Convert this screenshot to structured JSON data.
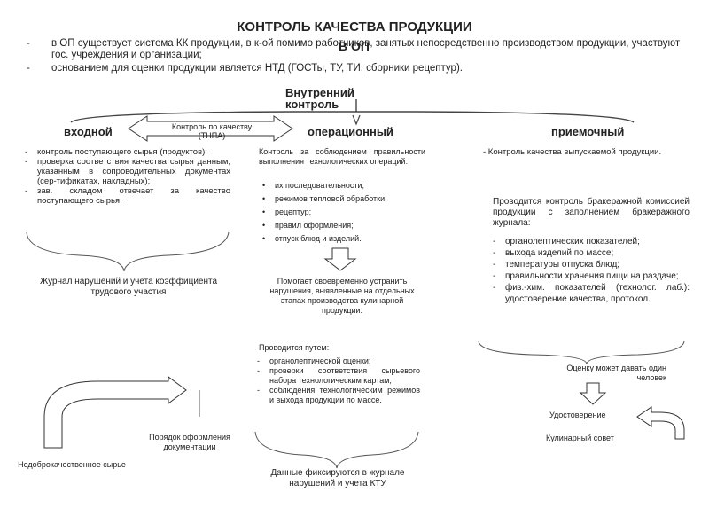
{
  "title": "КОНТРОЛЬ КАЧЕСТВА ПРОДУКЦИИ",
  "title_suffix": "В ОП",
  "intro": [
    "в ОП существует система КК продукции, в к-ой помимо работников, занятых непосредственно производством продукции, участвуют гос. учреждения и организации;",
    "основанием для оценки продукции является НТД (ГОСТы, ТУ, ТИ, сборники рецептур)."
  ],
  "internal_control": "Внутренний контроль",
  "arrow_label": "Контроль по качеству (ТНПА)",
  "branches": {
    "input": {
      "title": "входной",
      "items": [
        "контроль поступающего сырья (продуктов);",
        "проверка соответствия качества сырья данным, указанным в сопроводительных документах (сер-тификатах, накладных);",
        "зав. складом отвечает за качество поступающего сырья."
      ],
      "journal": "Журнал нарушений и учета коэффициента трудового участия"
    },
    "operational": {
      "title": "операционный",
      "intro": "Контроль за соблюдением правильности выполнения технологических операций:",
      "items": [
        "их последовательности;",
        "режимов тепловой обработки;",
        "рецептур;",
        "правил оформления;",
        "отпуск блюд и изделий."
      ],
      "helps": "Помогает своевременно устранить нарушения, выявленные на отдельных этапах производства кулинарной продукции.",
      "method_title": "Проводится путем:",
      "methods": [
        "органолептической оценки;",
        "проверки соответствия сырьевого набора технологическим картам;",
        "соблюдения технологическим режимов и выхода продукции по массе."
      ],
      "data_note": "Данные фиксируются в журнале нарушений и учета КТУ"
    },
    "acceptance": {
      "title": "приемочный",
      "intro": "- Контроль качества выпускаемой продукции.",
      "commission": "Проводится контроль бракеражной комиссией продукции с заполнением бракеражного журнала:",
      "items": [
        "органолептических показателей;",
        "выхода изделий по массе;",
        "температуры отпуска блюд;",
        "правильности хранения пищи на раздаче;",
        "физ.-хим. показателей (технолог. лаб.): удостоверение качества, протокол."
      ],
      "one_person": "Оценку может давать один человек",
      "certificate": "Удостоверение",
      "council": "Кулинарный совет"
    }
  },
  "doc_order": "Порядок оформления документации",
  "low_quality": "Недоброкачественное сырье",
  "colors": {
    "lines": "#555555",
    "arrow_stroke": "#333333",
    "text": "#222222"
  }
}
